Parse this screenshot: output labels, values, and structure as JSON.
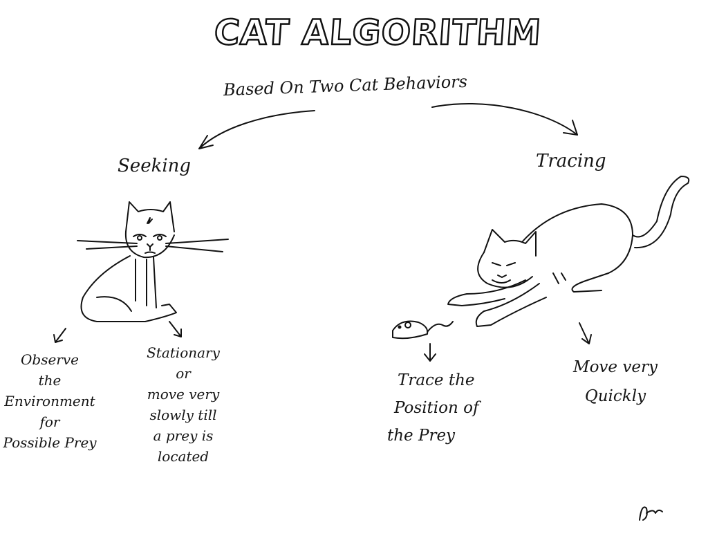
{
  "title": "CAT ALGORITHM",
  "subtitle": "Based On Two Cat Behaviors",
  "branches": {
    "seeking": {
      "label": "Seeking",
      "outcomes": [
        {
          "lines": [
            "Observe",
            "the",
            "Environment",
            "for",
            "Possible Prey"
          ]
        },
        {
          "lines": [
            "Stationary",
            "or",
            "move very",
            "slowly till",
            "a prey is",
            "located"
          ]
        }
      ]
    },
    "tracing": {
      "label": "Tracing",
      "outcomes": [
        {
          "lines": [
            "Trace the",
            "Position of",
            "the Prey"
          ]
        },
        {
          "lines": [
            "Move very",
            "Quickly"
          ]
        }
      ]
    }
  },
  "signature": "Am"
}
